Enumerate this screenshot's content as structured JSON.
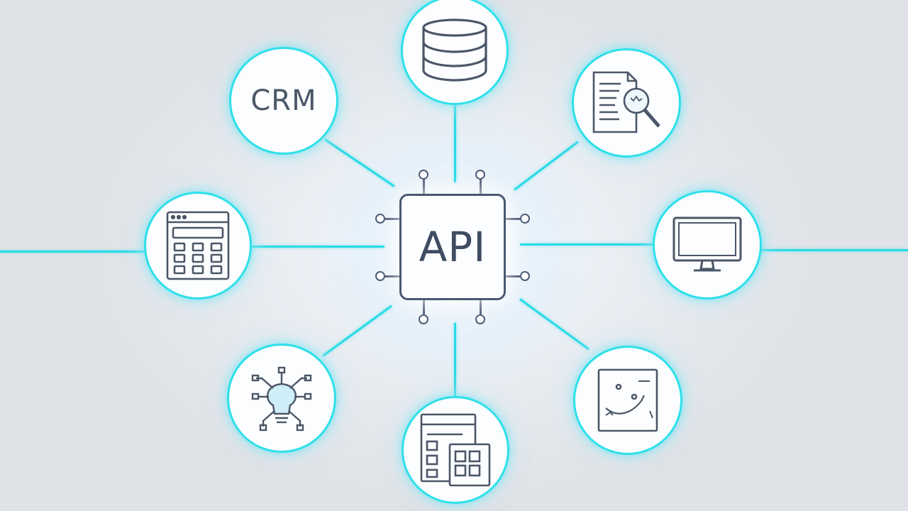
{
  "diagram": {
    "center": {
      "label": "API"
    },
    "nodes": [
      {
        "id": "crm",
        "label": "CRM",
        "icon": "crm-text"
      },
      {
        "id": "database",
        "icon": "database-icon"
      },
      {
        "id": "document-search",
        "icon": "document-search-icon"
      },
      {
        "id": "monitor",
        "icon": "monitor-icon"
      },
      {
        "id": "analytics",
        "icon": "chart-icon"
      },
      {
        "id": "dashboard",
        "icon": "dashboard-icon"
      },
      {
        "id": "idea",
        "icon": "lightbulb-network-icon"
      },
      {
        "id": "calculator",
        "icon": "calculator-icon"
      }
    ],
    "colors": {
      "connector": "#27dbe6",
      "node_border": "#2ee0ea",
      "chip_border": "#4a5872",
      "icon_stroke": "#4b5768"
    }
  }
}
